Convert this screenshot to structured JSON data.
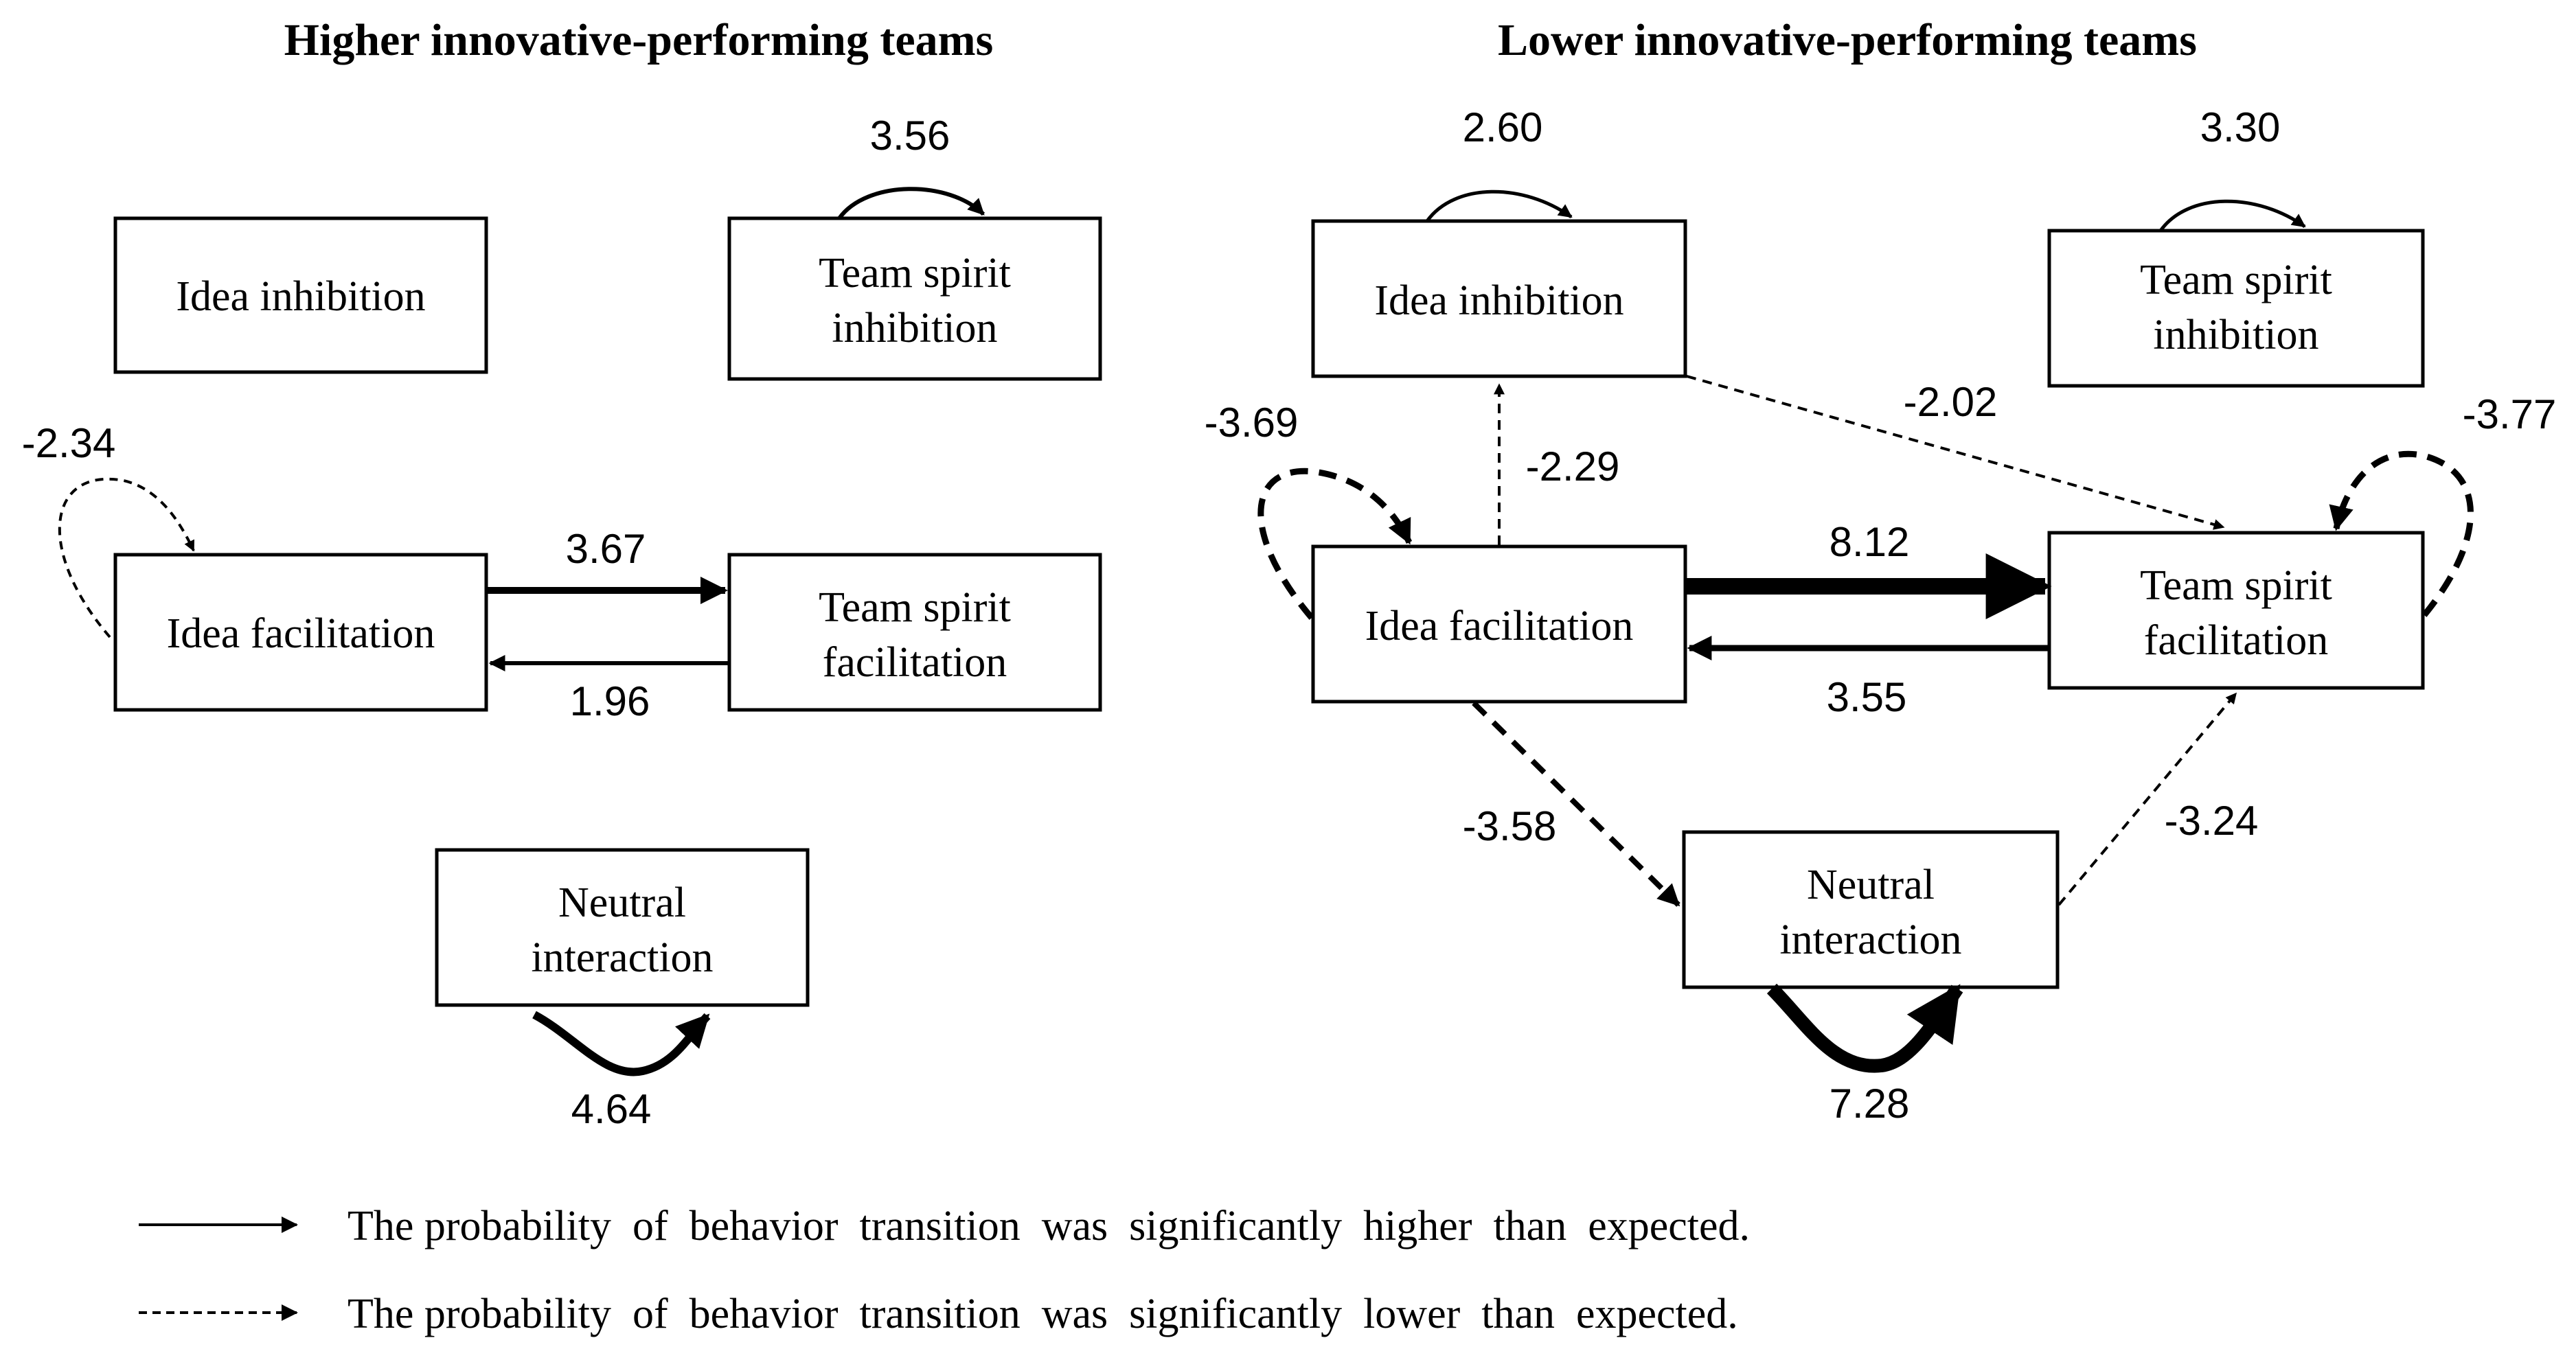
{
  "panels": [
    {
      "title": "Higher innovative-performing teams",
      "nodes": [
        {
          "id": "idea_inhibition",
          "label": [
            "Idea inhibition"
          ]
        },
        {
          "id": "team_spirit_inhibition",
          "label": [
            "Team spirit",
            "inhibition"
          ]
        },
        {
          "id": "idea_facilitation",
          "label": [
            "Idea facilitation"
          ]
        },
        {
          "id": "team_spirit_facilitation",
          "label": [
            "Team spirit",
            "facilitation"
          ]
        },
        {
          "id": "neutral_interaction",
          "label": [
            "Neutral",
            "interaction"
          ]
        }
      ],
      "edges": [
        {
          "from": "team_spirit_inhibition",
          "to": "team_spirit_inhibition",
          "value": "3.56",
          "significance": "higher"
        },
        {
          "from": "idea_facilitation",
          "to": "idea_facilitation",
          "value": "-2.34",
          "significance": "lower"
        },
        {
          "from": "idea_facilitation",
          "to": "team_spirit_facilitation",
          "value": "3.67",
          "significance": "higher"
        },
        {
          "from": "team_spirit_facilitation",
          "to": "idea_facilitation",
          "value": "1.96",
          "significance": "higher"
        },
        {
          "from": "neutral_interaction",
          "to": "neutral_interaction",
          "value": "4.64",
          "significance": "higher"
        }
      ]
    },
    {
      "title": "Lower innovative-performing teams",
      "nodes": [
        {
          "id": "idea_inhibition",
          "label": [
            "Idea inhibition"
          ]
        },
        {
          "id": "team_spirit_inhibition",
          "label": [
            "Team spirit",
            "inhibition"
          ]
        },
        {
          "id": "idea_facilitation",
          "label": [
            "Idea facilitation"
          ]
        },
        {
          "id": "team_spirit_facilitation",
          "label": [
            "Team spirit",
            "facilitation"
          ]
        },
        {
          "id": "neutral_interaction",
          "label": [
            "Neutral",
            "interaction"
          ]
        }
      ],
      "edges": [
        {
          "from": "idea_inhibition",
          "to": "idea_inhibition",
          "value": "2.60",
          "significance": "higher"
        },
        {
          "from": "team_spirit_inhibition",
          "to": "team_spirit_inhibition",
          "value": "3.30",
          "significance": "higher"
        },
        {
          "from": "idea_facilitation",
          "to": "idea_facilitation",
          "value": "-3.69",
          "significance": "lower"
        },
        {
          "from": "idea_facilitation",
          "to": "idea_inhibition",
          "value": "-2.29",
          "significance": "lower"
        },
        {
          "from": "idea_inhibition",
          "to": "team_spirit_facilitation",
          "value": "-2.02",
          "significance": "lower"
        },
        {
          "from": "team_spirit_facilitation",
          "to": "team_spirit_facilitation",
          "value": "-3.77",
          "significance": "lower"
        },
        {
          "from": "idea_facilitation",
          "to": "team_spirit_facilitation",
          "value": "8.12",
          "significance": "higher"
        },
        {
          "from": "team_spirit_facilitation",
          "to": "idea_facilitation",
          "value": "3.55",
          "significance": "higher"
        },
        {
          "from": "idea_facilitation",
          "to": "neutral_interaction",
          "value": "-3.58",
          "significance": "lower"
        },
        {
          "from": "neutral_interaction",
          "to": "team_spirit_facilitation",
          "value": "-3.24",
          "significance": "lower"
        },
        {
          "from": "neutral_interaction",
          "to": "neutral_interaction",
          "value": "7.28",
          "significance": "higher"
        }
      ]
    }
  ],
  "legend": [
    {
      "style": "solid",
      "text": "The probability  of  behavior  transition  was  significantly  higher  than  expected."
    },
    {
      "style": "dashed",
      "text": "The probability  of  behavior  transition  was  significantly  lower  than  expected."
    }
  ]
}
